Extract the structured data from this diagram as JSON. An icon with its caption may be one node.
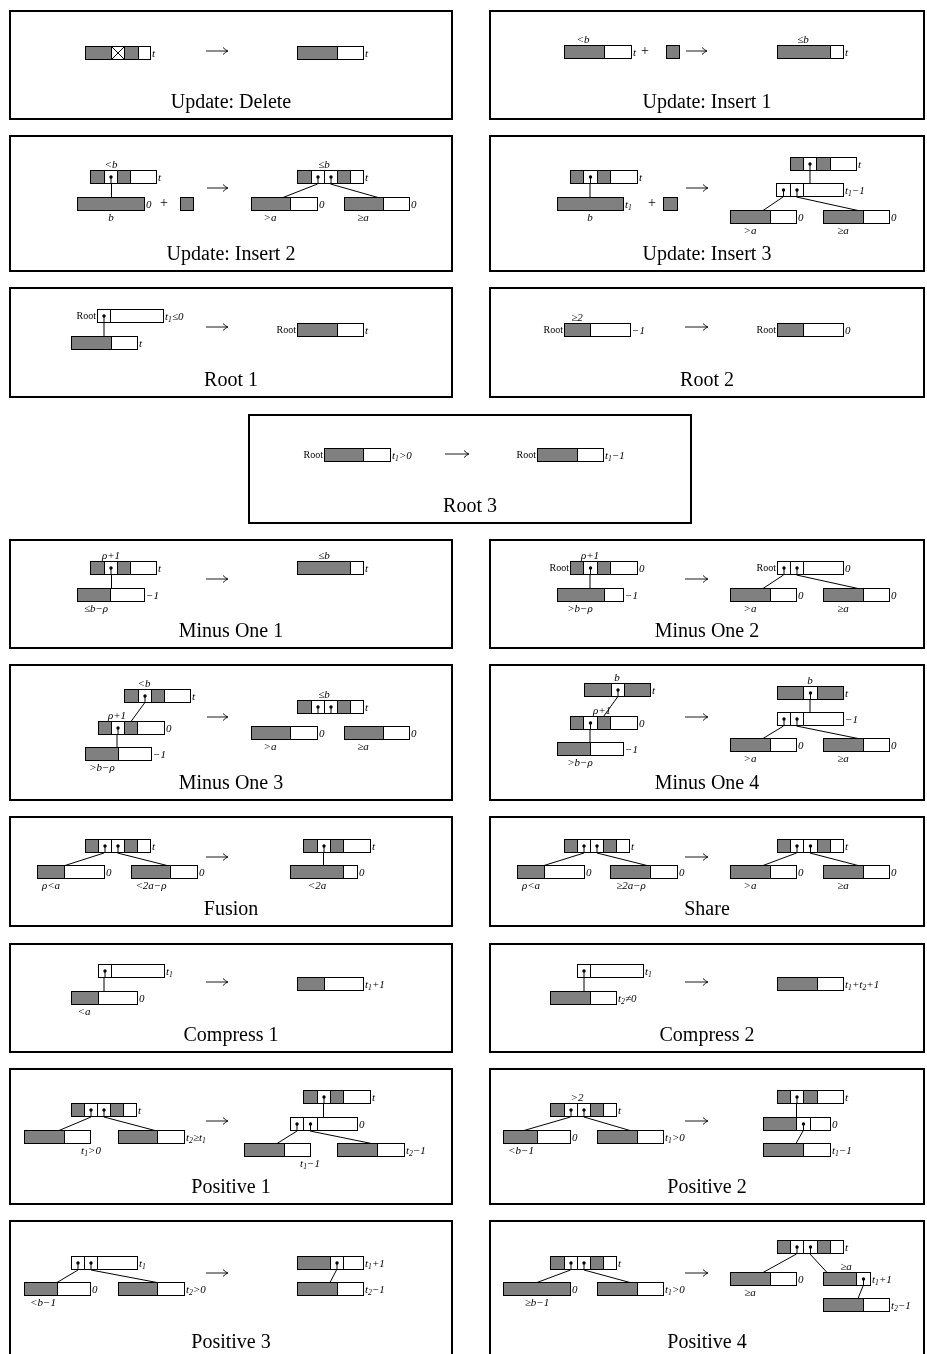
{
  "diagram": {
    "nodes": [
      {
        "text": [
          "Update: Delete"
        ]
      },
      {
        "text": [
          "Update: Insert 1"
        ]
      },
      {
        "text": [
          "Update: Insert 2"
        ]
      },
      {
        "text": [
          "Update: Insert 3"
        ]
      },
      {
        "text": [
          "Root 1"
        ]
      },
      {
        "text": [
          "Root 2"
        ]
      },
      {
        "text": [
          "Root 3"
        ]
      },
      {
        "text": [
          "Minus One 1"
        ]
      },
      {
        "text": [
          "Minus One 2"
        ]
      },
      {
        "text": [
          "Minus One 3"
        ]
      },
      {
        "text": [
          "Minus One 4"
        ]
      },
      {
        "text": [
          "Fusion"
        ]
      },
      {
        "text": [
          "Share"
        ]
      },
      {
        "text": [
          "Compress 1"
        ]
      },
      {
        "text": [
          "Compress 2"
        ]
      },
      {
        "text": [
          "Positive 1"
        ]
      },
      {
        "text": [
          "Positive 2"
        ]
      },
      {
        "text": [
          "Positive 3"
        ]
      },
      {
        "text": [
          "Positive 4"
        ]
      },
      {
        "text": [],
        "shape": "bar",
        "in": 0,
        "beside": [
          "t"
        ]
      },
      {
        "text": [],
        "shape": "bar",
        "in": 0,
        "beside": [
          "t"
        ]
      },
      {
        "text": [],
        "shape": "bar",
        "in": 1,
        "beside": [
          "<b",
          "t"
        ]
      },
      {
        "text": [],
        "shape": "bar",
        "in": 1
      },
      {
        "text": [],
        "shape": "bar",
        "in": 1,
        "beside": [
          "≤b",
          "t"
        ]
      },
      {
        "text": [],
        "shape": "bar",
        "in": 2,
        "beside": [
          "<b",
          "t"
        ]
      },
      {
        "text": [],
        "shape": "bar",
        "in": 2,
        "beside": [
          "b",
          "0"
        ]
      },
      {
        "text": [],
        "shape": "bar",
        "in": 2
      },
      {
        "text": [],
        "shape": "bar",
        "in": 2,
        "beside": [
          "≤b",
          "t"
        ]
      },
      {
        "text": [],
        "shape": "bar",
        "in": 2,
        "beside": [
          ">a",
          "0"
        ]
      },
      {
        "text": [],
        "shape": "bar",
        "in": 2,
        "beside": [
          "≥a",
          "0"
        ]
      },
      {
        "text": [],
        "shape": "bar",
        "in": 3,
        "beside": [
          "t"
        ]
      },
      {
        "text": [],
        "shape": "bar",
        "in": 3,
        "beside": [
          "b",
          "t$_{1}$"
        ]
      },
      {
        "text": [],
        "shape": "bar",
        "in": 3
      },
      {
        "text": [],
        "shape": "bar",
        "in": 3,
        "beside": [
          "t"
        ]
      },
      {
        "text": [],
        "shape": "bar",
        "in": 3,
        "beside": [
          "t$_{1}$−1"
        ]
      },
      {
        "text": [],
        "shape": "bar",
        "in": 3,
        "beside": [
          ">a",
          "0"
        ]
      },
      {
        "text": [],
        "shape": "bar",
        "in": 3,
        "beside": [
          "≥a",
          "0"
        ]
      },
      {
        "text": [],
        "shape": "bar",
        "in": 4,
        "beside": [
          "Root",
          "t$_{1}$≤0"
        ]
      },
      {
        "text": [],
        "shape": "bar",
        "in": 4,
        "beside": [
          "t"
        ]
      },
      {
        "text": [],
        "shape": "bar",
        "in": 4,
        "beside": [
          "Root",
          "t"
        ]
      },
      {
        "text": [],
        "shape": "bar",
        "in": 5,
        "beside": [
          "≥2",
          "Root",
          "−1"
        ]
      },
      {
        "text": [],
        "shape": "bar",
        "in": 5,
        "beside": [
          "Root",
          "0"
        ]
      },
      {
        "text": [],
        "shape": "bar",
        "in": 6,
        "beside": [
          "Root",
          "t$_{1}$>0"
        ]
      },
      {
        "text": [],
        "shape": "bar",
        "in": 6,
        "beside": [
          "Root",
          "t$_{1}$−1"
        ]
      },
      {
        "text": [],
        "shape": "bar",
        "in": 7,
        "beside": [
          "ρ+1",
          "t"
        ]
      },
      {
        "text": [],
        "shape": "bar",
        "in": 7,
        "beside": [
          "≤b−ρ",
          "−1"
        ]
      },
      {
        "text": [],
        "shape": "bar",
        "in": 7,
        "beside": [
          "≤b",
          "t"
        ]
      },
      {
        "text": [],
        "shape": "bar",
        "in": 8,
        "beside": [
          "ρ+1",
          "Root",
          "0"
        ]
      },
      {
        "text": [],
        "shape": "bar",
        "in": 8,
        "beside": [
          ">b−ρ",
          "−1"
        ]
      },
      {
        "text": [],
        "shape": "bar",
        "in": 8,
        "beside": [
          "Root",
          "0"
        ]
      },
      {
        "text": [],
        "shape": "bar",
        "in": 8,
        "beside": [
          ">a",
          "0"
        ]
      },
      {
        "text": [],
        "shape": "bar",
        "in": 8,
        "beside": [
          "≥a",
          "0"
        ]
      },
      {
        "text": [],
        "shape": "bar",
        "in": 9,
        "beside": [
          "<b",
          "t"
        ]
      },
      {
        "text": [],
        "shape": "bar",
        "in": 9,
        "beside": [
          "ρ+1",
          "0"
        ]
      },
      {
        "text": [],
        "shape": "bar",
        "in": 9,
        "beside": [
          ">b−ρ",
          "−1"
        ]
      },
      {
        "text": [],
        "shape": "bar",
        "in": 9,
        "beside": [
          "≤b",
          "t"
        ]
      },
      {
        "text": [],
        "shape": "bar",
        "in": 9,
        "beside": [
          ">a",
          "0"
        ]
      },
      {
        "text": [],
        "shape": "bar",
        "in": 9,
        "beside": [
          "≥a",
          "0"
        ]
      },
      {
        "text": [],
        "shape": "bar",
        "in": 10,
        "beside": [
          "b",
          "t"
        ]
      },
      {
        "text": [],
        "shape": "bar",
        "in": 10,
        "beside": [
          "ρ+1",
          "0"
        ]
      },
      {
        "text": [],
        "shape": "bar",
        "in": 10,
        "beside": [
          ">b−ρ",
          "−1"
        ]
      },
      {
        "text": [],
        "shape": "bar",
        "in": 10,
        "beside": [
          "b",
          "t"
        ]
      },
      {
        "text": [],
        "shape": "bar",
        "in": 10,
        "beside": [
          "−1"
        ]
      },
      {
        "text": [],
        "shape": "bar",
        "in": 10,
        "beside": [
          ">a",
          "0"
        ]
      },
      {
        "text": [],
        "shape": "bar",
        "in": 10,
        "beside": [
          "≥a",
          "0"
        ]
      },
      {
        "text": [],
        "shape": "bar",
        "in": 11,
        "beside": [
          "t"
        ]
      },
      {
        "text": [],
        "shape": "bar",
        "in": 11,
        "beside": [
          "ρ<a",
          "0"
        ]
      },
      {
        "text": [],
        "shape": "bar",
        "in": 11,
        "beside": [
          "<2a−ρ",
          "0"
        ]
      },
      {
        "text": [],
        "shape": "bar",
        "in": 11,
        "beside": [
          "t"
        ]
      },
      {
        "text": [],
        "shape": "bar",
        "in": 11,
        "beside": [
          "<2a",
          "0"
        ]
      },
      {
        "text": [],
        "shape": "bar",
        "in": 12,
        "beside": [
          "t"
        ]
      },
      {
        "text": [],
        "shape": "bar",
        "in": 12,
        "beside": [
          "ρ<a",
          "0"
        ]
      },
      {
        "text": [],
        "shape": "bar",
        "in": 12,
        "beside": [
          "≥2a−ρ",
          "0"
        ]
      },
      {
        "text": [],
        "shape": "bar",
        "in": 12,
        "beside": [
          "t"
        ]
      },
      {
        "text": [],
        "shape": "bar",
        "in": 12,
        "beside": [
          ">a",
          "0"
        ]
      },
      {
        "text": [],
        "shape": "bar",
        "in": 12,
        "beside": [
          "≥a",
          "0"
        ]
      },
      {
        "text": [],
        "shape": "bar",
        "in": 13,
        "beside": [
          "t$_{1}$"
        ]
      },
      {
        "text": [],
        "shape": "bar",
        "in": 13,
        "beside": [
          "<a",
          "0"
        ]
      },
      {
        "text": [],
        "shape": "bar",
        "in": 13,
        "beside": [
          "t$_{1}$+1"
        ]
      },
      {
        "text": [],
        "shape": "bar",
        "in": 14,
        "beside": [
          "t$_{1}$"
        ]
      },
      {
        "text": [],
        "shape": "bar",
        "in": 14,
        "beside": [
          "t$_{2}$≠0"
        ]
      },
      {
        "text": [],
        "shape": "bar",
        "in": 14,
        "beside": [
          "t$_{1}$+t$_{2}$+1"
        ]
      },
      {
        "text": [],
        "shape": "bar",
        "in": 15,
        "beside": [
          "t"
        ]
      },
      {
        "text": [],
        "shape": "bar",
        "in": 15,
        "beside": [
          "t$_{1}$>0"
        ]
      },
      {
        "text": [],
        "shape": "bar",
        "in": 15,
        "beside": [
          "t$_{2}$≥t$_{1}$"
        ]
      },
      {
        "text": [],
        "shape": "bar",
        "in": 15,
        "beside": [
          "t"
        ]
      },
      {
        "text": [],
        "shape": "bar",
        "in": 15,
        "beside": [
          "0"
        ]
      },
      {
        "text": [],
        "shape": "bar",
        "in": 15,
        "beside": [
          "t$_{1}$−1"
        ]
      },
      {
        "text": [],
        "shape": "bar",
        "in": 15,
        "beside": [
          "t$_{2}$−1"
        ]
      },
      {
        "text": [],
        "shape": "bar",
        "in": 16,
        "beside": [
          ">2",
          "t"
        ]
      },
      {
        "text": [],
        "shape": "bar",
        "in": 16,
        "beside": [
          "<b−1",
          "0"
        ]
      },
      {
        "text": [],
        "shape": "bar",
        "in": 16,
        "beside": [
          "t$_{1}$>0"
        ]
      },
      {
        "text": [],
        "shape": "bar",
        "in": 16,
        "beside": [
          "t"
        ]
      },
      {
        "text": [],
        "shape": "bar",
        "in": 16,
        "beside": [
          "0"
        ]
      },
      {
        "text": [],
        "shape": "bar",
        "in": 16,
        "beside": [
          "t$_{1}$−1"
        ]
      },
      {
        "text": [],
        "shape": "bar",
        "in": 17,
        "beside": [
          "t$_{1}$"
        ]
      },
      {
        "text": [],
        "shape": "bar",
        "in": 17,
        "beside": [
          "<b−1",
          "0"
        ]
      },
      {
        "text": [],
        "shape": "bar",
        "in": 17,
        "beside": [
          "t$_{2}$>0"
        ]
      },
      {
        "text": [],
        "shape": "bar",
        "in": 17,
        "beside": [
          "t$_{1}$+1"
        ]
      },
      {
        "text": [],
        "shape": "bar",
        "in": 17,
        "beside": [
          "t$_{2}$−1"
        ]
      },
      {
        "text": [],
        "shape": "bar",
        "in": 18,
        "beside": [
          "t"
        ]
      },
      {
        "text": [],
        "shape": "bar",
        "in": 18,
        "beside": [
          "≥b−1",
          "0"
        ]
      },
      {
        "text": [],
        "shape": "bar",
        "in": 18,
        "beside": [
          "t$_{1}$>0"
        ]
      },
      {
        "text": [],
        "shape": "bar",
        "in": 18,
        "beside": [
          "t"
        ]
      },
      {
        "text": [],
        "shape": "bar",
        "in": 18,
        "beside": [
          "≥a",
          "0"
        ]
      },
      {
        "text": [],
        "shape": "bar",
        "in": 18,
        "beside": [
          "≥a",
          "t$_{1}$+1"
        ]
      },
      {
        "text": [],
        "shape": "bar",
        "in": 18,
        "beside": [
          "t$_{2}$−1"
        ]
      }
    ],
    "edges": [
      {
        "from": 24,
        "to": 25,
        "arrow": "none"
      },
      {
        "from": 27,
        "to": 28,
        "arrow": "none"
      },
      {
        "from": 27,
        "to": 29,
        "arrow": "none"
      },
      {
        "from": 30,
        "to": 31,
        "arrow": "none"
      },
      {
        "from": 33,
        "to": 34,
        "arrow": "none"
      },
      {
        "from": 34,
        "to": 35,
        "arrow": "none"
      },
      {
        "from": 34,
        "to": 36,
        "arrow": "none"
      },
      {
        "from": 37,
        "to": 38,
        "arrow": "none"
      },
      {
        "from": 44,
        "to": 45,
        "arrow": "none"
      },
      {
        "from": 47,
        "to": 48,
        "arrow": "none"
      },
      {
        "from": 49,
        "to": 50,
        "arrow": "none"
      },
      {
        "from": 49,
        "to": 51,
        "arrow": "none"
      },
      {
        "from": 52,
        "to": 53,
        "arrow": "none"
      },
      {
        "from": 53,
        "to": 54,
        "arrow": "none"
      },
      {
        "from": 58,
        "to": 59,
        "arrow": "none"
      },
      {
        "from": 59,
        "to": 60,
        "arrow": "none"
      },
      {
        "from": 61,
        "to": 62,
        "arrow": "none"
      },
      {
        "from": 62,
        "to": 63,
        "arrow": "none"
      },
      {
        "from": 62,
        "to": 64,
        "arrow": "none"
      },
      {
        "from": 65,
        "to": 66,
        "arrow": "none"
      },
      {
        "from": 65,
        "to": 67,
        "arrow": "none"
      },
      {
        "from": 68,
        "to": 69,
        "arrow": "none"
      },
      {
        "from": 70,
        "to": 71,
        "arrow": "none"
      },
      {
        "from": 70,
        "to": 72,
        "arrow": "none"
      },
      {
        "from": 73,
        "to": 74,
        "arrow": "none"
      },
      {
        "from": 73,
        "to": 75,
        "arrow": "none"
      },
      {
        "from": 76,
        "to": 77,
        "arrow": "none"
      },
      {
        "from": 79,
        "to": 80,
        "arrow": "none"
      },
      {
        "from": 82,
        "to": 83,
        "arrow": "none"
      },
      {
        "from": 82,
        "to": 84,
        "arrow": "none"
      },
      {
        "from": 85,
        "to": 86,
        "arrow": "none"
      },
      {
        "from": 86,
        "to": 87,
        "arrow": "none"
      },
      {
        "from": 86,
        "to": 88,
        "arrow": "none"
      },
      {
        "from": 89,
        "to": 90,
        "arrow": "none"
      },
      {
        "from": 89,
        "to": 91,
        "arrow": "none"
      },
      {
        "from": 92,
        "to": 93,
        "arrow": "none"
      },
      {
        "from": 93,
        "to": 94,
        "arrow": "none"
      },
      {
        "from": 95,
        "to": 96,
        "arrow": "none"
      },
      {
        "from": 95,
        "to": 97,
        "arrow": "none"
      },
      {
        "from": 98,
        "to": 99,
        "arrow": "none"
      },
      {
        "from": 100,
        "to": 101,
        "arrow": "none"
      },
      {
        "from": 100,
        "to": 102,
        "arrow": "none"
      },
      {
        "from": 103,
        "to": 104,
        "arrow": "none"
      },
      {
        "from": 103,
        "to": 105,
        "arrow": "none"
      },
      {
        "from": 105,
        "to": 106,
        "arrow": "none"
      }
    ],
    "labels": [
      "+",
      "+",
      "+"
    ]
  }
}
